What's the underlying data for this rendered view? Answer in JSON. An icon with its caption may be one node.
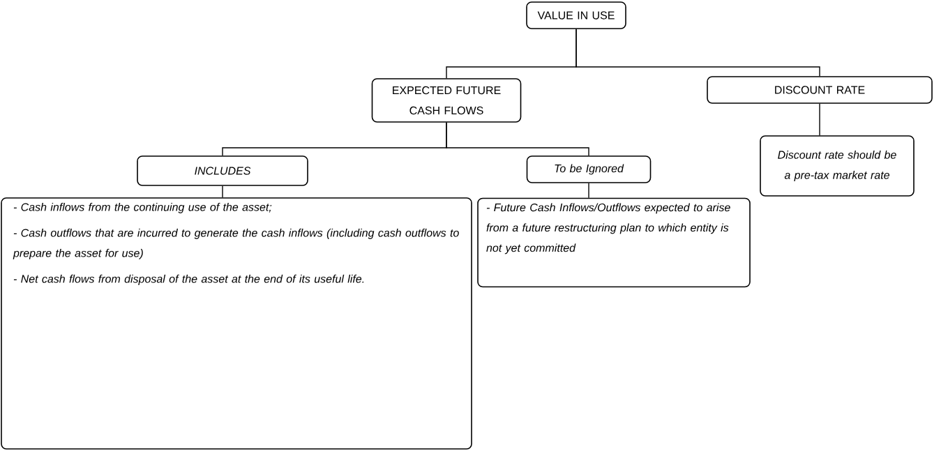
{
  "diagram": {
    "nodes": [
      {
        "text": [
          "VALUE IN USE"
        ]
      },
      {
        "text": [
          "EXPECTED FUTURE CASH FLOWS"
        ]
      },
      {
        "text": [
          "DISCOUNT RATE"
        ]
      },
      {
        "text": [
          "INCLUDES"
        ]
      },
      {
        "text": [
          "To be Ignored"
        ]
      },
      {
        "text": [
          "Discount rate should be a pre-tax market rate"
        ]
      },
      {
        "text": [
          "- Cash inflows from the continuing use of the asset;",
          "- Cash outflows that are incurred to generate the cash inflows (including cash outflows to prepare the asset for use)",
          "- Net cash flows from disposal of the asset at the end of its useful life."
        ]
      },
      {
        "text": [
          "- Future Cash Inflows/Outflows expected to arise from a future restructuring plan to which entity is not yet committed"
        ]
      }
    ],
    "edges": [
      {
        "from": 0,
        "to": 1,
        "arrow": "none"
      },
      {
        "from": 0,
        "to": 2,
        "arrow": "none"
      },
      {
        "from": 1,
        "to": 3,
        "arrow": "none"
      },
      {
        "from": 1,
        "to": 4,
        "arrow": "none"
      },
      {
        "from": 2,
        "to": 5,
        "arrow": "none"
      },
      {
        "from": 3,
        "to": 6,
        "arrow": "none"
      },
      {
        "from": 4,
        "to": 7,
        "arrow": "none"
      }
    ]
  }
}
